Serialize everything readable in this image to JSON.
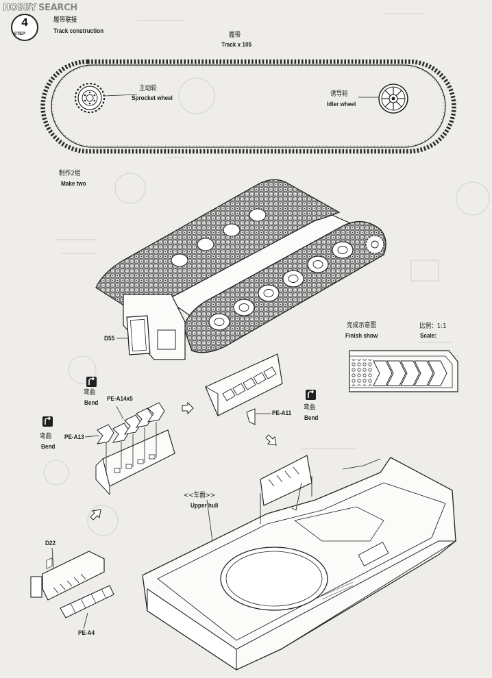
{
  "watermark": {
    "part1": "HOBBY",
    "part2": "SEARCH"
  },
  "step": {
    "number": "4",
    "word": "STEP"
  },
  "header": {
    "cn": "履带联接",
    "en": "Track construction"
  },
  "track": {
    "cn": "履带",
    "en": "Track x 105"
  },
  "sprocket": {
    "cn": "主动轮",
    "en": "Sprocket wheel"
  },
  "idler": {
    "cn": "诱导轮",
    "en": "Idler wheel"
  },
  "make_two": {
    "cn": "制作2组",
    "en": "Make two"
  },
  "finish": {
    "cn": "完成示意图",
    "en": "Finish show"
  },
  "scale": {
    "cn": "比例：1:1",
    "en": "Scale:"
  },
  "parts": {
    "d55": "D55",
    "pe_a14": "PE-A14x5",
    "pe_a13": "PE-A13",
    "pe_a11": "PE-A11",
    "d22": "D22",
    "pe_a4": "PE-A4"
  },
  "bend": {
    "cn": "弯曲",
    "en": "Bend"
  },
  "upper_hull": {
    "cn": "<<车面>>",
    "en": "Upper hull"
  },
  "colors": {
    "ink": "#1a1a1a",
    "paper": "#eeedea"
  }
}
